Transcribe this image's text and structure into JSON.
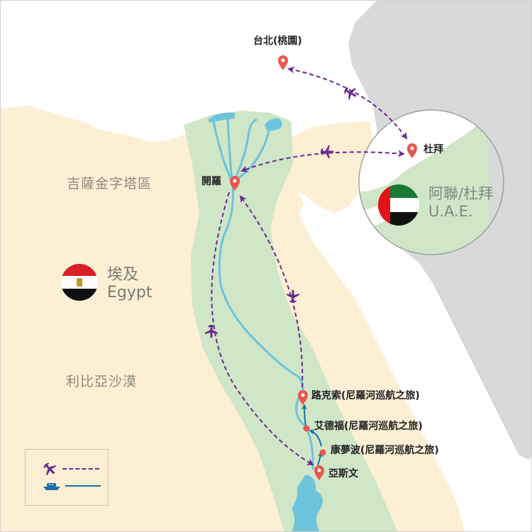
{
  "map": {
    "colors": {
      "sea": "#ffffff",
      "desert": "#fcefd4",
      "nile_valley": "#cfe6c7",
      "neighbor": "#d9d9d9",
      "river": "#6ec3dc",
      "flight_route": "#6a2c8c",
      "cruise_route": "#1a6fa8",
      "pin": "#e8584f",
      "inset_border": "#9aa59a"
    },
    "cities": [
      {
        "id": "taipei",
        "label": "台北(桃園)"
      },
      {
        "id": "dubai",
        "label": "杜拜"
      },
      {
        "id": "cairo",
        "label": "開羅"
      },
      {
        "id": "luxor",
        "label": "路克索(尼羅河巡航之旅)"
      },
      {
        "id": "edfu",
        "label": "艾德福(尼羅河巡航之旅)"
      },
      {
        "id": "kom_ombo",
        "label": "康夢波(尼羅河巡航之旅)"
      },
      {
        "id": "aswan",
        "label": "亞斯文"
      }
    ],
    "regions": [
      {
        "id": "giza",
        "label": "吉薩金字塔區"
      },
      {
        "id": "libyan_desert",
        "label": "利比亞沙漠"
      }
    ],
    "countries": {
      "egypt": {
        "name_zh": "埃及",
        "name_en": "Egypt",
        "flag_icon": "egypt-flag-icon"
      },
      "uae": {
        "name_zh": "阿聯/杜拜",
        "name_en": "U.A.E.",
        "flag_icon": "uae-flag-icon"
      }
    },
    "routes": {
      "flights": [
        {
          "from": "taipei",
          "to": "dubai",
          "mode": "flight"
        },
        {
          "from": "dubai",
          "to": "cairo",
          "mode": "flight"
        },
        {
          "from": "cairo",
          "to": "aswan",
          "mode": "flight"
        },
        {
          "from": "luxor",
          "to": "cairo",
          "mode": "flight"
        }
      ],
      "cruise": [
        {
          "from": "aswan",
          "to": "kom_ombo",
          "mode": "cruise"
        },
        {
          "from": "kom_ombo",
          "to": "edfu",
          "mode": "cruise"
        },
        {
          "from": "edfu",
          "to": "luxor",
          "mode": "cruise"
        }
      ]
    },
    "legend": {
      "items": [
        {
          "icon": "airplane-icon",
          "line": "dashed",
          "meaning": "flight"
        },
        {
          "icon": "cruise-ship-icon",
          "line": "solid",
          "meaning": "cruise"
        }
      ]
    }
  }
}
